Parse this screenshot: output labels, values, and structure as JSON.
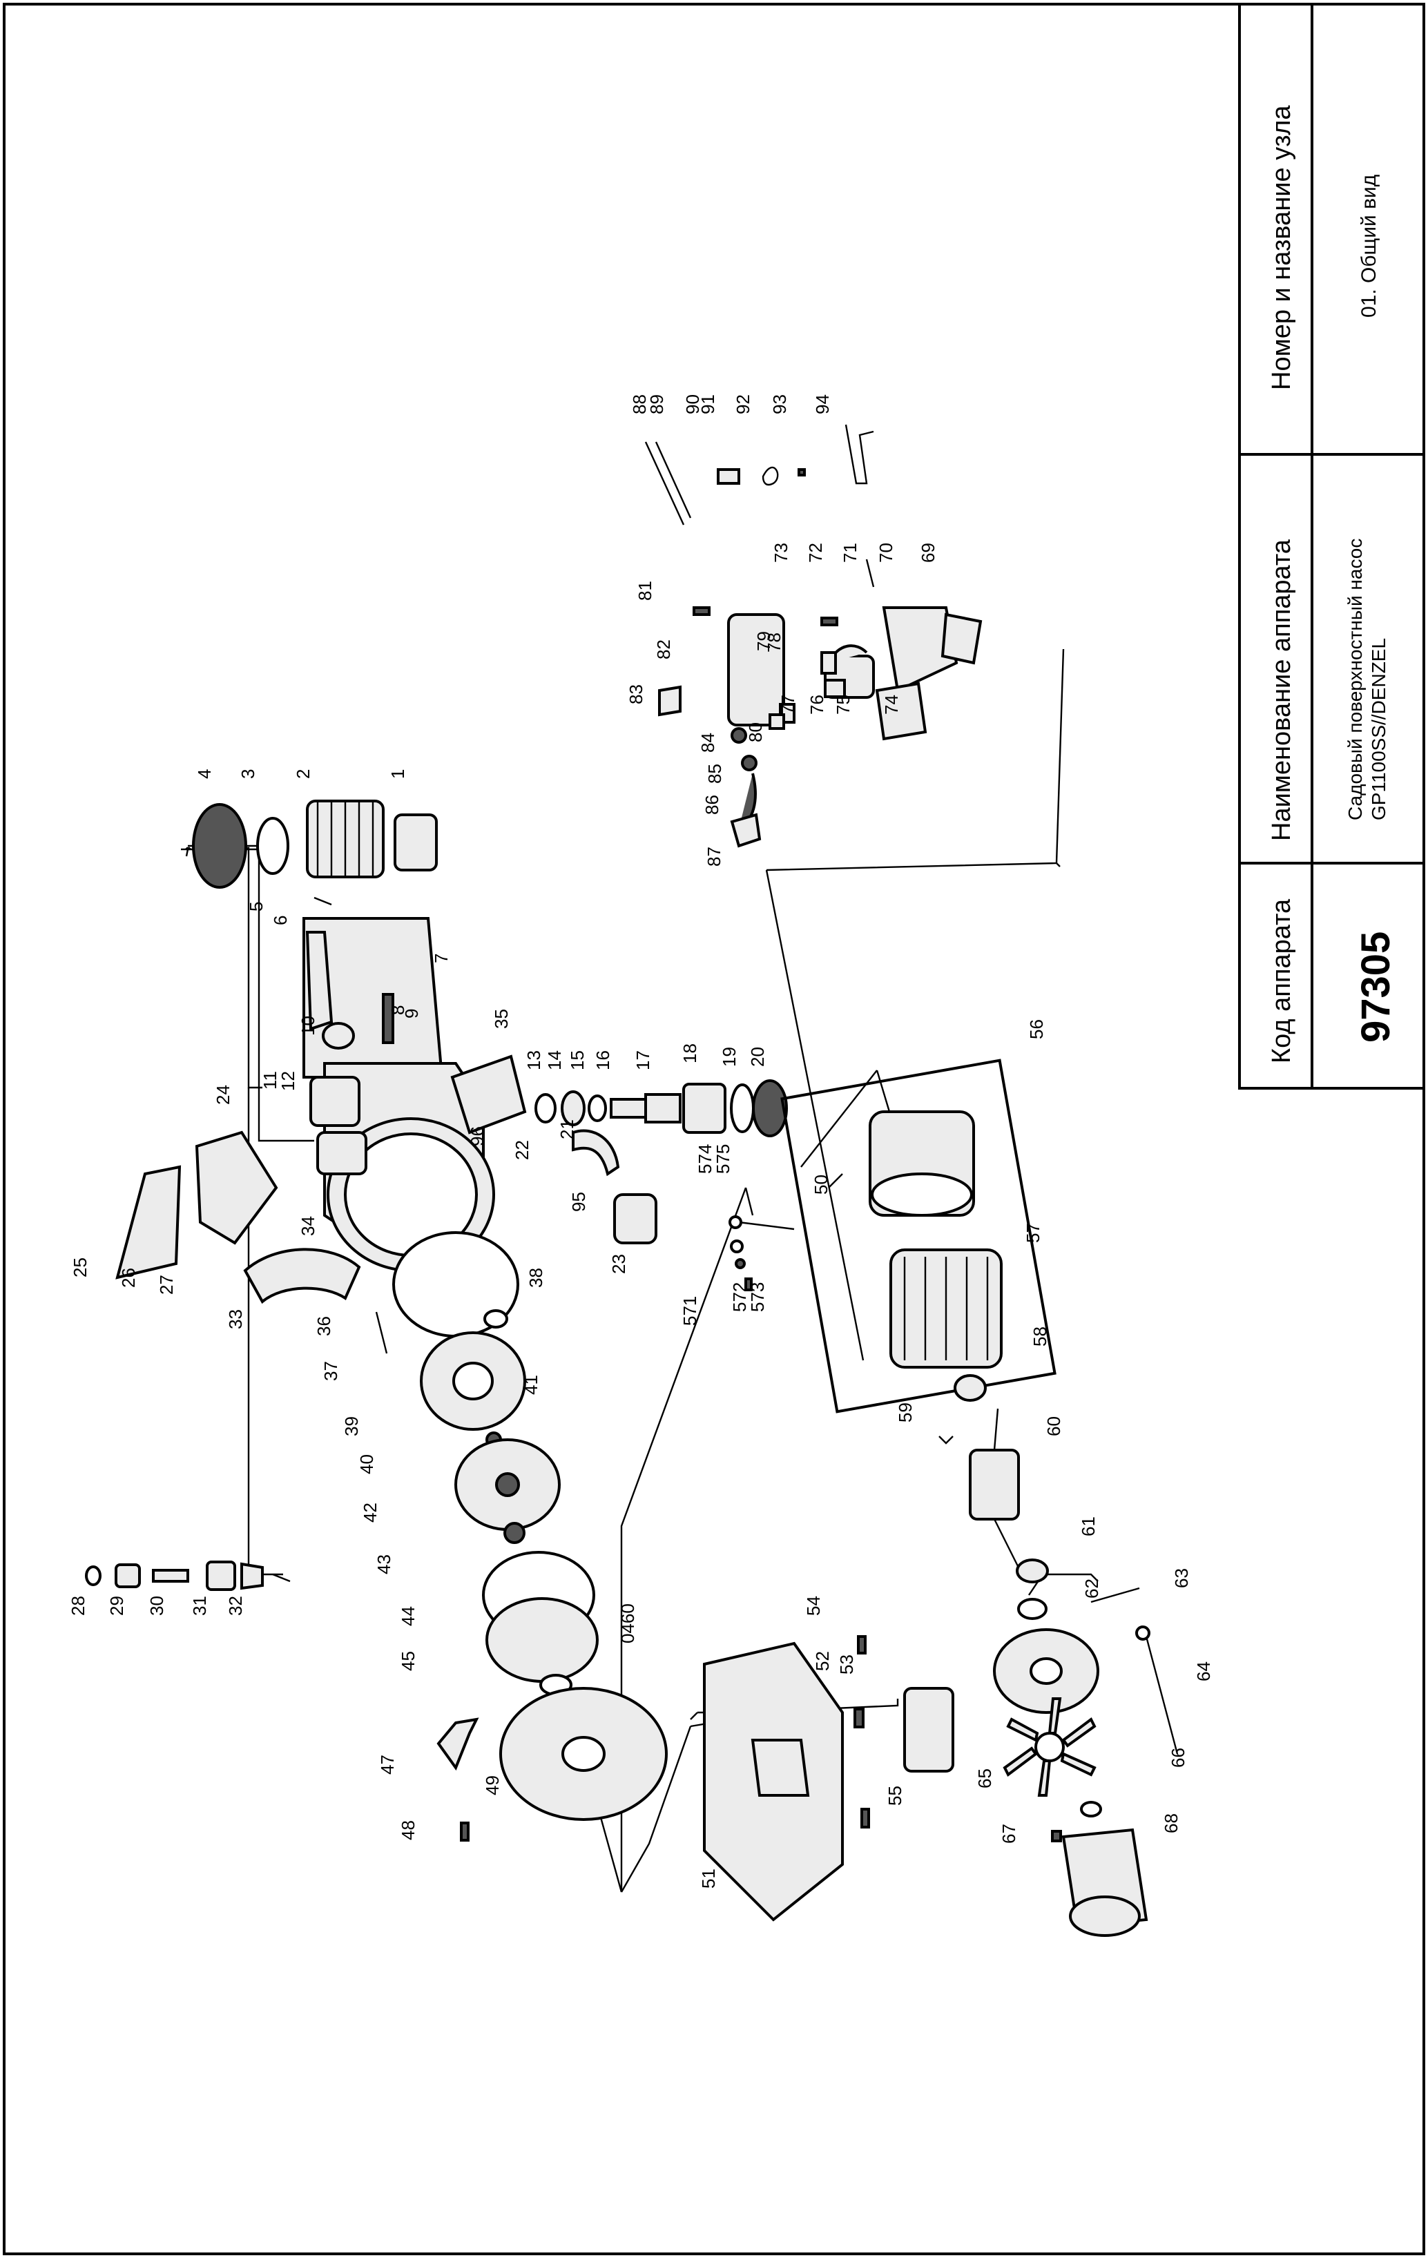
{
  "title_block": {
    "header_code": "Код аппарата",
    "header_name": "Наименование аппарата",
    "header_node": "Номер и название узла",
    "code_value": "97305",
    "name_line1": "Садовый поверхностный насос",
    "name_line2": "GP1100SS//DENZEL",
    "node_value": "01. Общий вид"
  },
  "callouts": [
    "1",
    "2",
    "3",
    "4",
    "5",
    "6",
    "7",
    "8",
    "9",
    "10",
    "11",
    "12",
    "13",
    "14",
    "15",
    "16",
    "17",
    "18",
    "19",
    "20",
    "21",
    "22",
    "23",
    "24",
    "25",
    "26",
    "27",
    "28",
    "29",
    "30",
    "31",
    "32",
    "33",
    "34",
    "35",
    "36",
    "37",
    "38",
    "39",
    "40",
    "41",
    "42",
    "43",
    "44",
    "45",
    "0460",
    "47",
    "48",
    "49",
    "50",
    "51",
    "52",
    "53",
    "54",
    "55",
    "56",
    "57",
    "58",
    "59",
    "60",
    "61",
    "62",
    "63",
    "64",
    "65",
    "66",
    "67",
    "68",
    "69",
    "70",
    "71",
    "72",
    "73",
    "74",
    "75",
    "76",
    "77",
    "78",
    "79",
    "80",
    "81",
    "82",
    "83",
    "84",
    "85",
    "86",
    "87",
    "88",
    "89",
    "90",
    "91",
    "92",
    "93",
    "94",
    "95",
    "96",
    "571",
    "572",
    "573",
    "574",
    "575"
  ]
}
